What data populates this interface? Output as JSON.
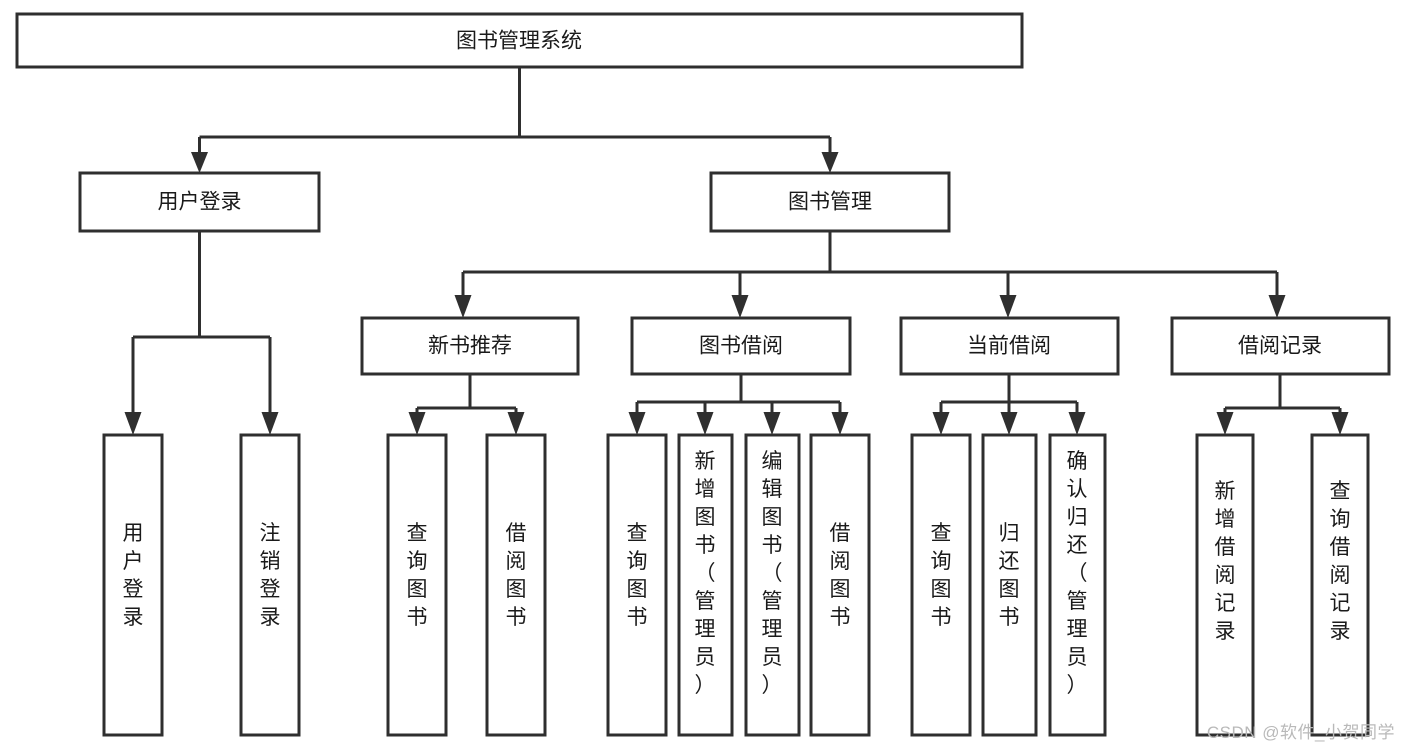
{
  "diagram": {
    "type": "hierarchy-tree",
    "title": "图书管理系统",
    "watermark": "CSDN @软件_小贺同学",
    "accent_stroke": "#2f2f2f",
    "node_fill": "#ffffff",
    "levels": [
      {
        "level": 1,
        "nodes": [
          {
            "id": "root",
            "label": "图书管理系统",
            "orientation": "horizontal"
          }
        ]
      },
      {
        "level": 2,
        "nodes": [
          {
            "id": "user-login",
            "label": "用户登录",
            "orientation": "horizontal",
            "parent": "root"
          },
          {
            "id": "book-manage",
            "label": "图书管理",
            "orientation": "horizontal",
            "parent": "root"
          }
        ]
      },
      {
        "level": 3,
        "nodes": [
          {
            "id": "new-book-rec",
            "label": "新书推荐",
            "orientation": "horizontal",
            "parent": "book-manage"
          },
          {
            "id": "book-borrow",
            "label": "图书借阅",
            "orientation": "horizontal",
            "parent": "book-manage"
          },
          {
            "id": "current-borrow",
            "label": "当前借阅",
            "orientation": "horizontal",
            "parent": "book-manage"
          },
          {
            "id": "borrow-record",
            "label": "借阅记录",
            "orientation": "horizontal",
            "parent": "book-manage"
          }
        ]
      },
      {
        "level": 4,
        "nodes": [
          {
            "id": "leaf-user-login",
            "label": "用户登录",
            "orientation": "vertical",
            "parent": "user-login"
          },
          {
            "id": "leaf-user-logout",
            "label": "注销登录",
            "orientation": "vertical",
            "parent": "user-login"
          },
          {
            "id": "leaf-query-book-1",
            "label": "查询图书",
            "orientation": "vertical",
            "parent": "new-book-rec"
          },
          {
            "id": "leaf-borrow-book-1",
            "label": "借阅图书",
            "orientation": "vertical",
            "parent": "new-book-rec"
          },
          {
            "id": "leaf-query-book-2",
            "label": "查询图书",
            "orientation": "vertical",
            "parent": "book-borrow"
          },
          {
            "id": "leaf-add-book",
            "label": "新增图书（管理员）",
            "orientation": "vertical",
            "parent": "book-borrow"
          },
          {
            "id": "leaf-edit-book",
            "label": "编辑图书（管理员）",
            "orientation": "vertical",
            "parent": "book-borrow"
          },
          {
            "id": "leaf-borrow-book-2",
            "label": "借阅图书",
            "orientation": "vertical",
            "parent": "book-borrow"
          },
          {
            "id": "leaf-query-book-3",
            "label": "查询图书",
            "orientation": "vertical",
            "parent": "current-borrow"
          },
          {
            "id": "leaf-return-book",
            "label": "归还图书",
            "orientation": "vertical",
            "parent": "current-borrow"
          },
          {
            "id": "leaf-confirm-return",
            "label": "确认归还（管理员）",
            "orientation": "vertical",
            "parent": "current-borrow"
          },
          {
            "id": "leaf-add-record",
            "label": "新增借阅记录",
            "orientation": "vertical",
            "parent": "borrow-record"
          },
          {
            "id": "leaf-query-record",
            "label": "查询借阅记录",
            "orientation": "vertical",
            "parent": "borrow-record"
          }
        ]
      }
    ]
  }
}
